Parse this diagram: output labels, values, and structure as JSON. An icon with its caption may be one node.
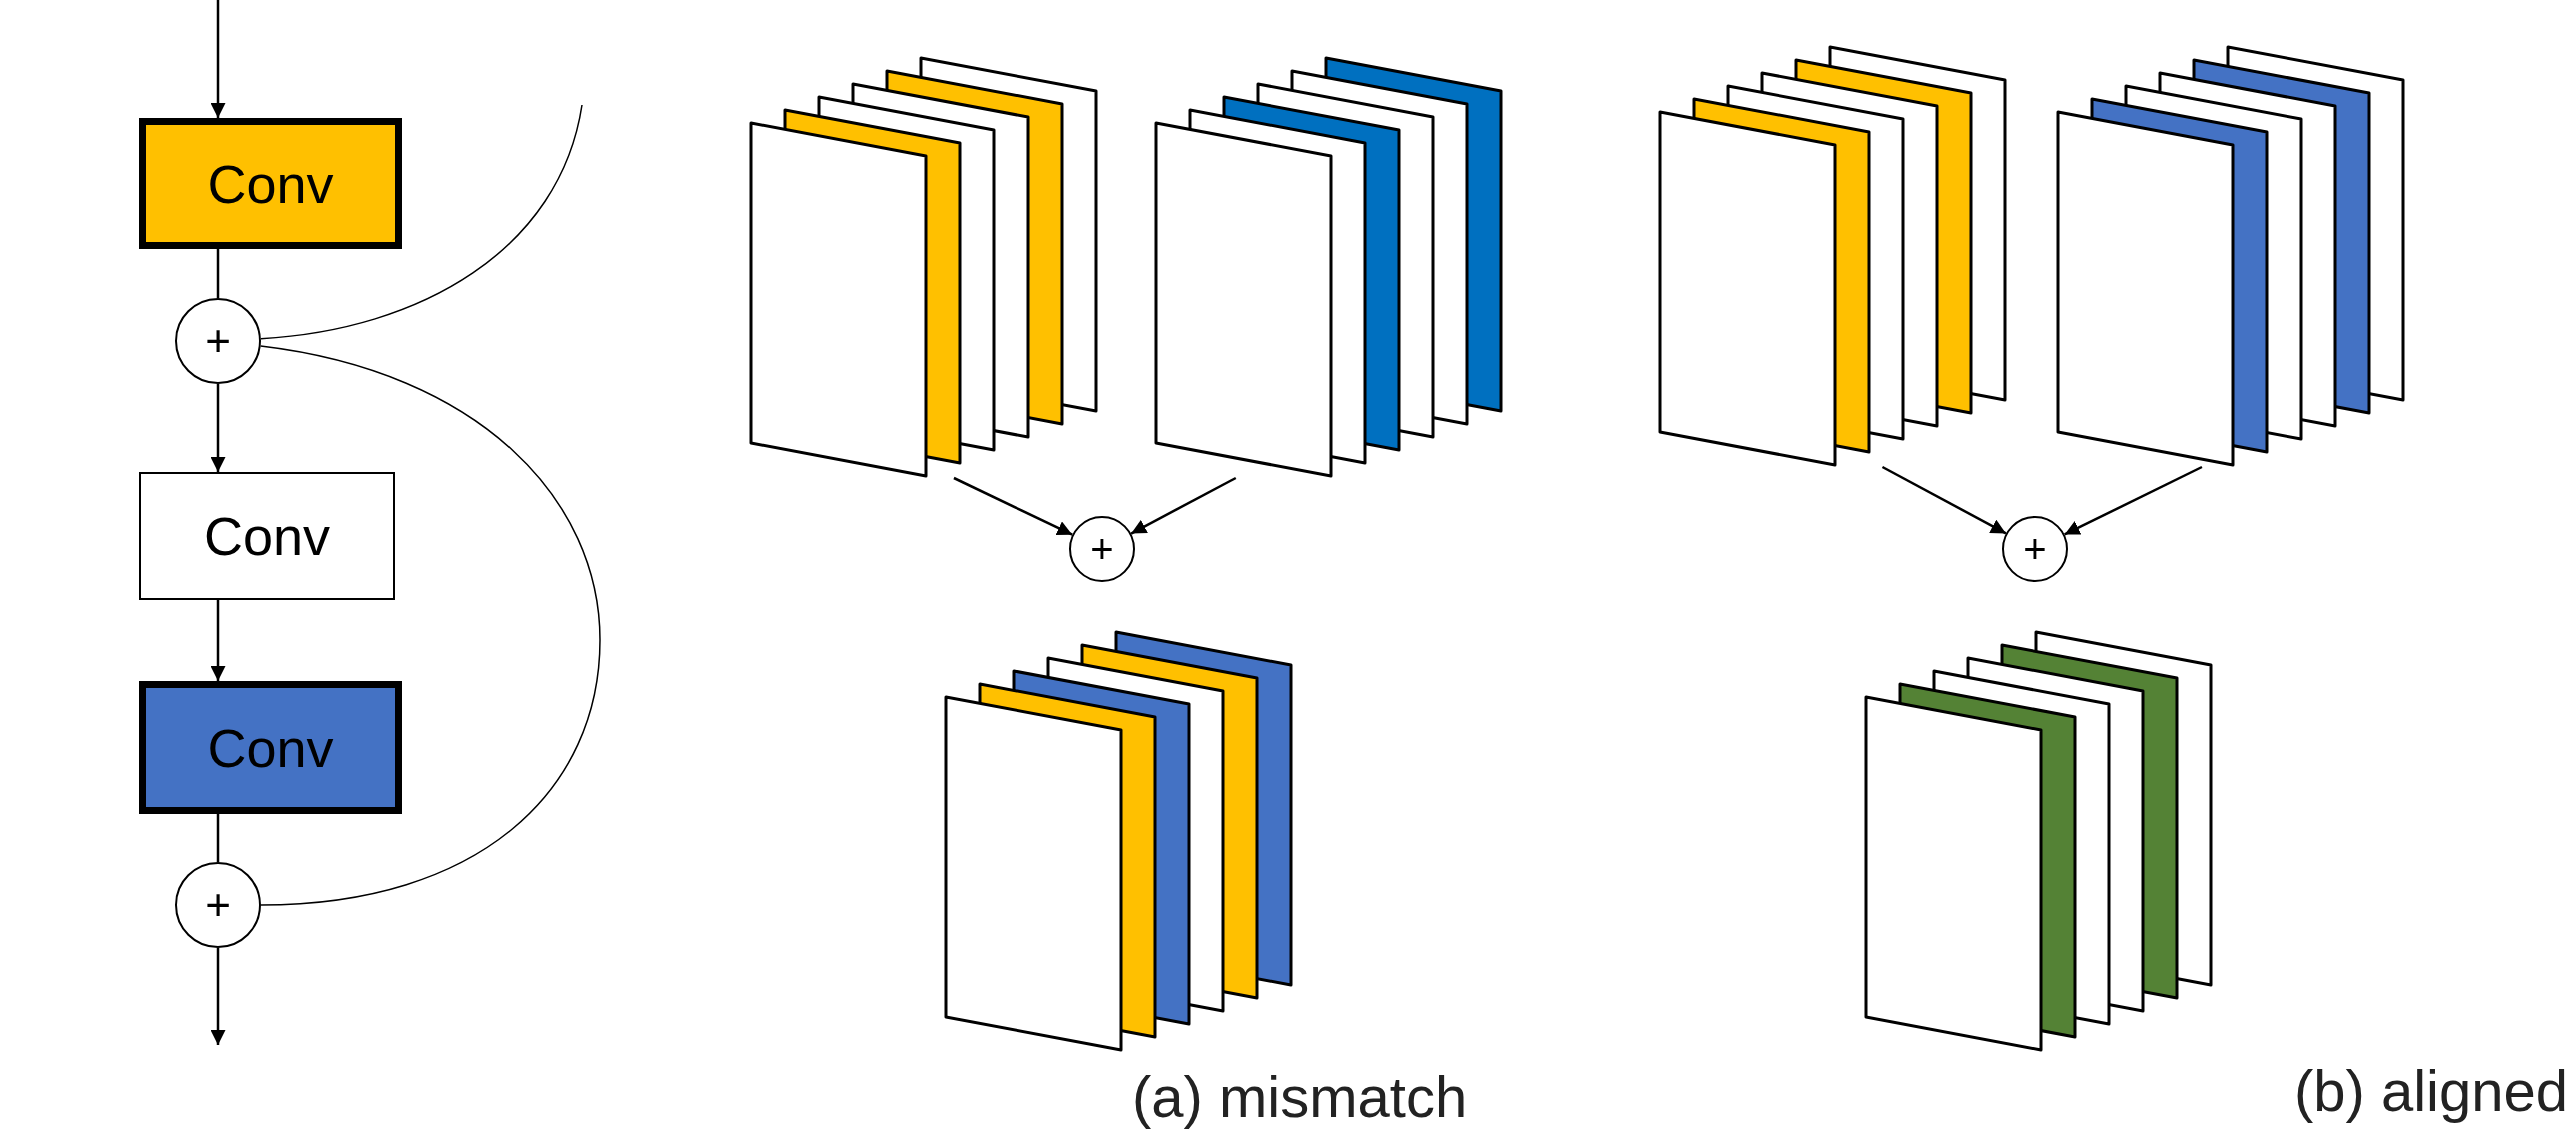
{
  "diagram": {
    "nodes": [
      {
        "text": [
          "Conv"
        ]
      },
      {
        "text": [
          "+"
        ]
      },
      {
        "text": [
          "Conv"
        ]
      },
      {
        "text": [
          "Conv"
        ]
      },
      {
        "text": [
          "+"
        ]
      },
      {
        "text": [],
        "shape": "picture"
      },
      {
        "text": [],
        "shape": "picture"
      },
      {
        "text": [
          "+"
        ]
      },
      {
        "text": [],
        "shape": "picture"
      },
      {
        "text": [],
        "shape": "picture"
      },
      {
        "text": [],
        "shape": "picture"
      },
      {
        "text": [
          "+"
        ]
      },
      {
        "text": [],
        "shape": "picture"
      }
    ],
    "edges": [
      {
        "from": null,
        "to": 0,
        "arrow": "to"
      },
      {
        "from": 0,
        "to": 1,
        "arrow": "none"
      },
      {
        "from": 1,
        "to": 2,
        "arrow": "to"
      },
      {
        "from": 2,
        "to": 3,
        "arrow": "to"
      },
      {
        "from": 3,
        "to": 4,
        "arrow": "none"
      },
      {
        "from": 4,
        "to": null,
        "arrow": "to"
      },
      {
        "from": null,
        "to": 1,
        "arrow": "none"
      },
      {
        "from": 1,
        "to": 4,
        "arrow": "none"
      },
      {
        "from": 5,
        "to": 7,
        "arrow": "to"
      },
      {
        "from": 6,
        "to": 7,
        "arrow": "to"
      },
      {
        "from": 9,
        "to": 11,
        "arrow": "to"
      },
      {
        "from": 10,
        "to": 11,
        "arrow": "to"
      }
    ],
    "labels": [
      "(a) mismatch",
      "(b) aligned"
    ]
  }
}
